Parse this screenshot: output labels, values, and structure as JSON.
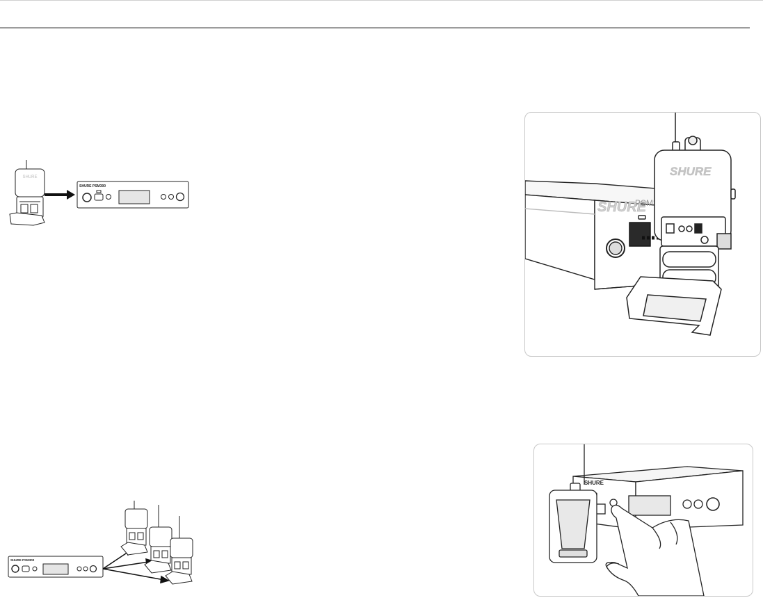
{
  "page": {
    "background": "#ffffff",
    "rule_color": "#9c9c9c"
  },
  "figures": {
    "sync_ir_small": {
      "brand_text": "SHURE",
      "panel_brand": "SHURE PSM300"
    },
    "sync_ir_large": {
      "brand_text": "SHURE",
      "model_text": "PSM300"
    },
    "multi_sync_small": {
      "panel_brand": "SHURE PSM300"
    },
    "sync_button_large": {
      "brand_text": "SHURE"
    }
  }
}
